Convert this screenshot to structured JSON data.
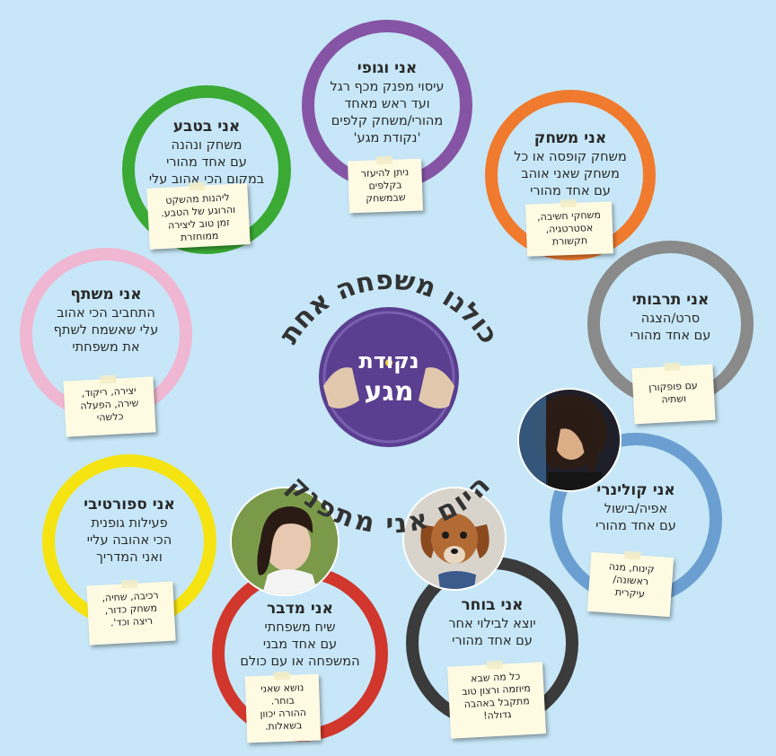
{
  "colors": {
    "background": "#c7e7f8",
    "green": "#3aaa35",
    "purple": "#8654a5",
    "orange": "#f07a2e",
    "gray": "#8a8a8a",
    "pink": "#f0b7d2",
    "yellow": "#f5e411",
    "blue": "#6b9fd1",
    "red": "#d1372c",
    "dark": "#3b3b3b",
    "logo": "#5a3e8f"
  },
  "center": {
    "top_arc": "כולנו משפחה אחת",
    "bottom_arc": "היום אני מתפנק",
    "logo_line1": "נקודת",
    "logo_line2": "מגע"
  },
  "circles": [
    {
      "id": "nature",
      "title": "אני בטבע",
      "lines": [
        "משחק ונהנה",
        "עם אחד מהורי",
        "במקום הכי אהוב עלי"
      ],
      "note": [
        "ליהנות מהשקט",
        "והרוגע של הטבע.",
        "זמן טוב ליצירה",
        "ממוחזרת"
      ]
    },
    {
      "id": "body",
      "title": "אני וגופי",
      "lines": [
        "עיסוי מפנק מכף רגל",
        "ועד ראש מאחד",
        "מהורי/משחק קלפים",
        "'נקודת מגע'"
      ],
      "note": [
        "ניתן להיעזר",
        "בקלפים",
        "שבמשחק"
      ]
    },
    {
      "id": "game",
      "title": "אני משחק",
      "lines": [
        "משחק קופסה או כל",
        "משחק שאני אוהב",
        "עם אחד מהורי"
      ],
      "note": [
        "משחקי חשיבה,",
        "אסטרטגיה,",
        "תקשורת"
      ]
    },
    {
      "id": "culture",
      "title": "אני תרבותי",
      "lines": [
        "סרט/הצגה",
        "עם אחד מהורי"
      ],
      "note": [
        "עם פופקורן",
        "ושתיה"
      ]
    },
    {
      "id": "share",
      "title": "אני משתף",
      "lines": [
        "התחביב הכי אהוב",
        "עלי שאשמח לשתף",
        "את משפחתי"
      ],
      "note": [
        "יצירה, ריקוד,",
        "שירה, הפעלה",
        "כלשהי"
      ]
    },
    {
      "id": "culinary",
      "title": "אני קולינרי",
      "lines": [
        "אפיה/בישול",
        "עם אחד מהורי"
      ],
      "note": [
        "קינוח, מנה",
        "ראשונה/",
        "עיקרית"
      ]
    },
    {
      "id": "sport",
      "title": "אני ספורטיבי",
      "lines": [
        "פעילות גופנית",
        "הכי אהובה עליי",
        "ואני המדריך"
      ],
      "note": [
        "רכיבה, שחיה,",
        "משחק כדור,",
        "ריצה וכד'."
      ]
    },
    {
      "id": "talk",
      "title": "אני מדבר",
      "lines": [
        "שיח משפחתי",
        "עם אחד מבני",
        "המשפחה או עם כולם"
      ],
      "note": [
        "נושא שאני",
        "בוחר.",
        "ההורה יכוון",
        "בשאלות."
      ]
    },
    {
      "id": "choose",
      "title": "אני בוחר",
      "lines": [
        "יוצא לבילוי אחר",
        "עם אחד מהורי"
      ],
      "note": [
        "כל מה שבא",
        "מיוזמה ורצון טוב",
        "מתקבל באהבה",
        "גדולה!"
      ]
    }
  ]
}
